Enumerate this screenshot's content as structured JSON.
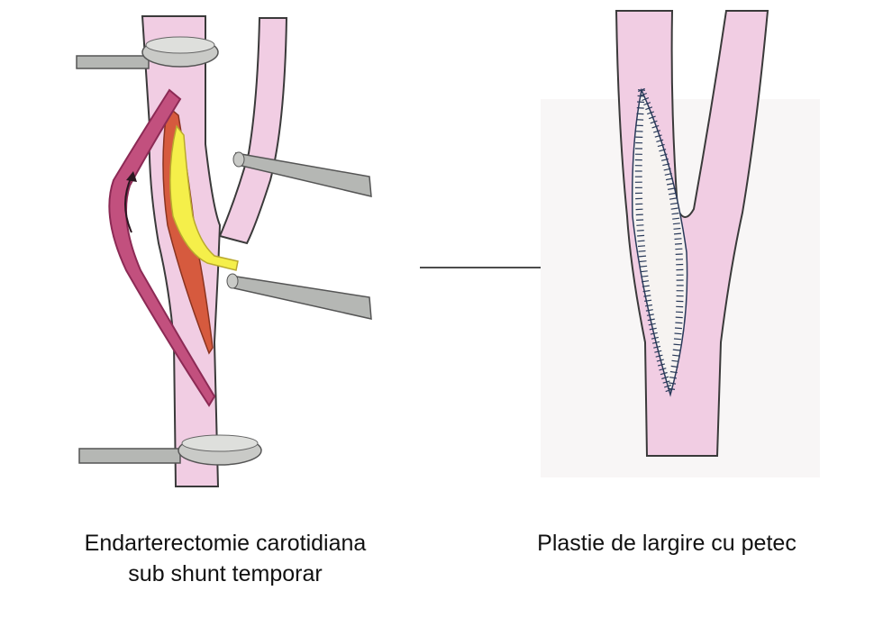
{
  "left_panel": {
    "caption_line1": "Endarterectomie carotidiana",
    "caption_line2": "sub shunt temporar"
  },
  "right_panel": {
    "caption": "Plastie de largire cu petec"
  },
  "colors": {
    "vessel_fill": "#f1cde3",
    "vessel_outline": "#3a3a3a",
    "shunt": "#c2507e",
    "shunt_dark": "#8c2a55",
    "plaque": "#f5ef4a",
    "arterial_wall": "#d65a3e",
    "clamp": "#b5b7b4",
    "suture": "#2a3a5a",
    "patch": "#f6f3f1",
    "background_sheet": "#f8f6f6"
  }
}
